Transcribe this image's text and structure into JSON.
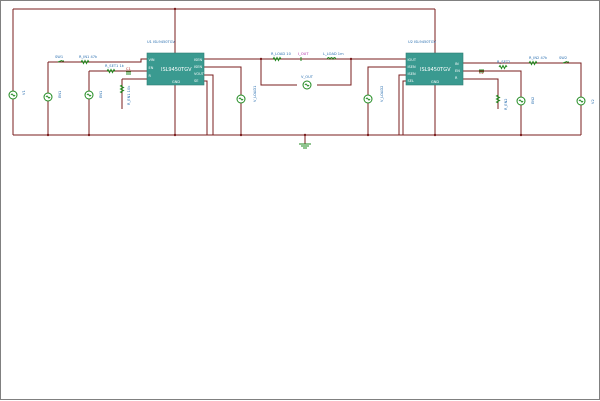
{
  "colors": {
    "wire": "#7a1c1c",
    "component": "#1f8a1f",
    "chip": "#3a9a90",
    "label": "#2a6fb0",
    "probe_label": "#b02aa8"
  },
  "schematic": {
    "u1": {
      "ref": "U1 ISL9450TGV",
      "part": "ISL9450TGV",
      "pins_left": [
        "VIN",
        "EN",
        "R"
      ],
      "pins_right": [
        "ISEN",
        "ISEN",
        "VOUT",
        "SE"
      ],
      "pin_bottom": "GND"
    },
    "u2": {
      "ref": "U2 ISL9450TGV",
      "part": "ISL9450TGV",
      "pins_left": [
        "IOUT",
        "ISEN",
        "ISEN",
        "SEL"
      ],
      "pins_right": [
        "IN",
        "EN",
        "R"
      ],
      "pin_bottom": "GND"
    },
    "labels": {
      "v1": "V1",
      "en1": "EN1",
      "r_in1": "R_IN1 47k",
      "sw1": "SW1",
      "r_set1": "R_SET1 1k",
      "c1": "C1",
      "r_en1": "R_EN1 10k",
      "v_load1": "V_LOAD1",
      "r_load": "R_LOAD 10",
      "i_out": "I_OUT",
      "l_load": "L_LOAD 1m",
      "v_out": "V_OUT",
      "v_load2": "V_LOAD2",
      "r_set2": "R_SET2",
      "c2": "C2",
      "en2": "EN2",
      "r_in2": "R_IN2 47k",
      "sw2": "SW2",
      "v2": "V2",
      "r_en2": "R_EN2"
    }
  }
}
